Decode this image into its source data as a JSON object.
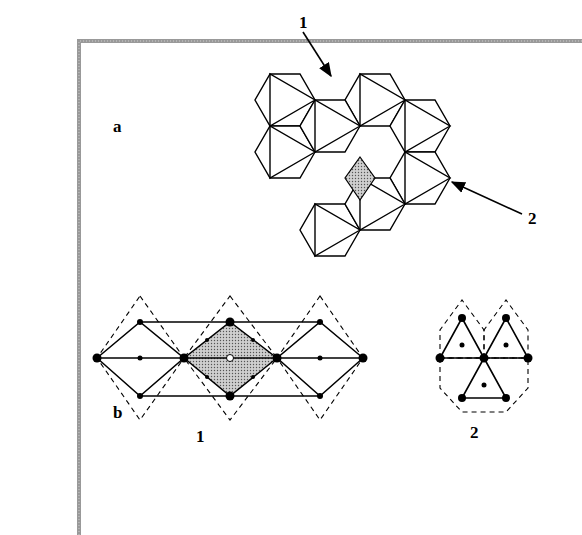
{
  "diagram": {
    "labels": [
      "1",
      "2",
      "a",
      "b",
      "1",
      "2"
    ]
  }
}
